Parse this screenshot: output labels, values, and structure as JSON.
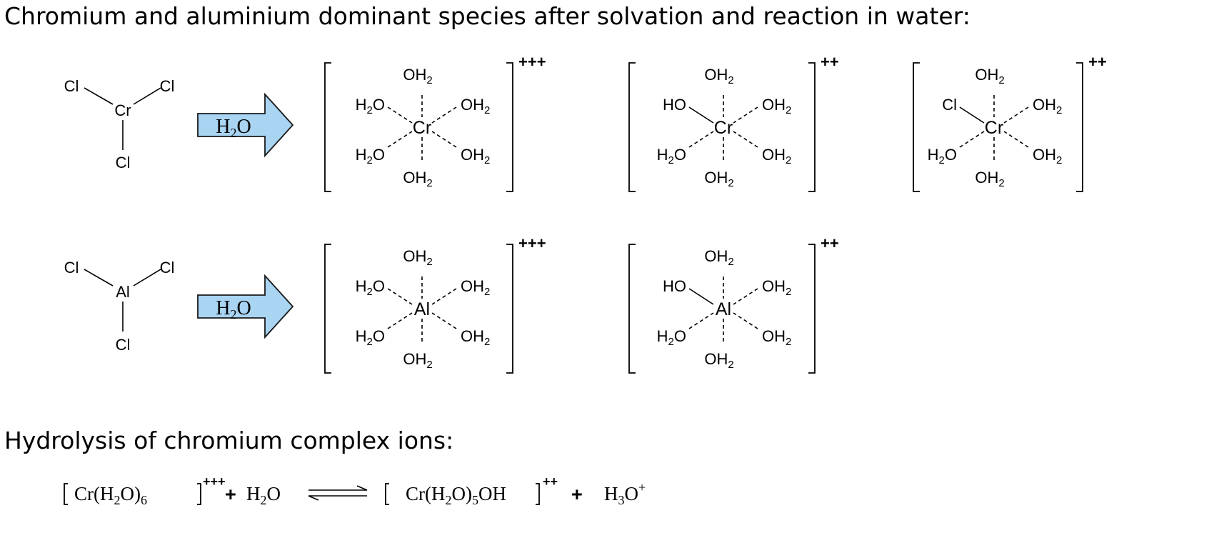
{
  "headings": {
    "top": "Chromium and aluminium dominant species  after solvation and reaction in water:",
    "bottom": "Hydrolysis of chromium complex ions:"
  },
  "reactants": {
    "cr": {
      "center": "Cr",
      "ligand": "Cl"
    },
    "al": {
      "center": "Al",
      "ligand": "Cl"
    }
  },
  "arrow_label": {
    "main": "H",
    "sub": "2",
    "tail": "O"
  },
  "complexes": {
    "cr_hexaaqua": {
      "center": "Cr",
      "charge": "+++",
      "left_top": "H2O",
      "left_bottom": "H2O"
    },
    "cr_hydroxo": {
      "center": "Cr",
      "charge": "++",
      "left_top": "HO",
      "left_bottom": "H2O"
    },
    "cr_chloro": {
      "center": "Cr",
      "charge": "++",
      "left_top": "Cl",
      "left_bottom": "H2O"
    },
    "al_hexaaqua": {
      "center": "Al",
      "charge": "+++",
      "left_top": "H2O",
      "left_bottom": "H2O"
    },
    "al_hydroxo": {
      "center": "Al",
      "charge": "++",
      "left_top": "HO",
      "left_bottom": "H2O"
    }
  },
  "ligands": {
    "oh2": {
      "main": "OH",
      "sub": "2"
    },
    "h2o": {
      "main": "H",
      "sub": "2",
      "tail": "O"
    }
  },
  "equation": {
    "lhs_species": {
      "a": "Cr(H",
      "sub1": "2",
      "b": "O)",
      "sub2": "6",
      "charge": "+++"
    },
    "plus": "+",
    "water": {
      "a": "H",
      "sub": "2",
      "b": "O"
    },
    "rhs_species": {
      "a": "Cr(H",
      "sub1": "2",
      "b": "O)",
      "sub2": "5",
      "c": "OH",
      "charge": "++"
    },
    "hydronium": {
      "a": "H",
      "sub": "3",
      "b": "O",
      "sup": "+"
    }
  }
}
